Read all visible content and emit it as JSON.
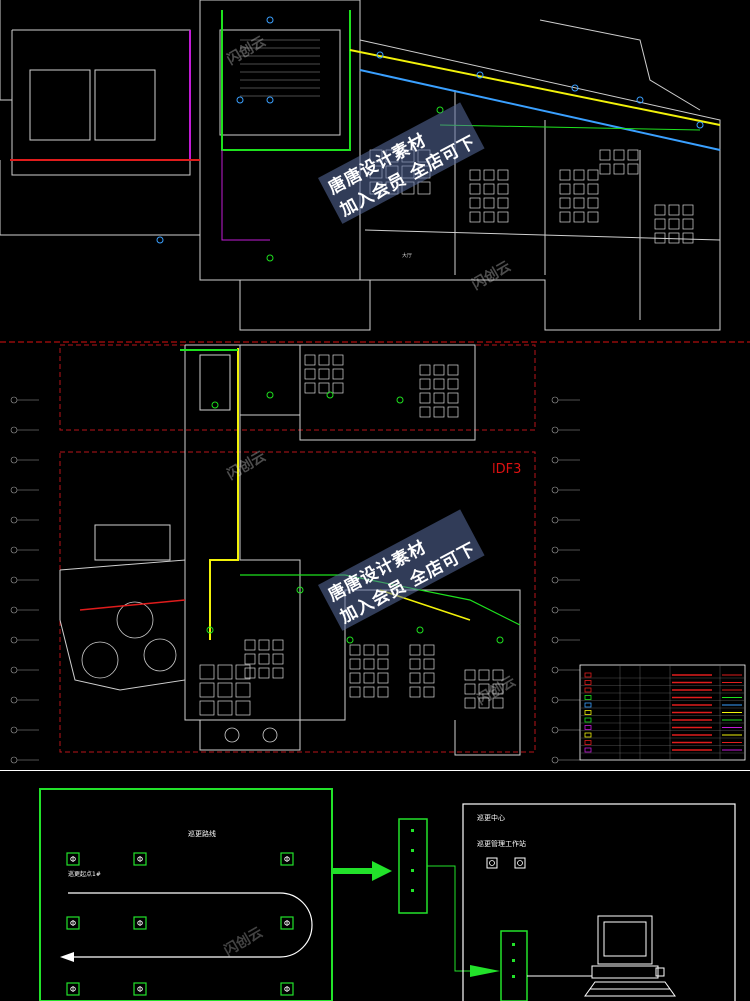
{
  "plan": {
    "floor_label": "lDF3",
    "watermark_line1": "唐唐设计素材",
    "watermark_line2": "加入会员 全店可下",
    "ghost_watermark": "闪创云",
    "room_label_lounge": "大厅"
  },
  "diagram": {
    "route_label": "巡更路线",
    "start_label": "巡更起点1#",
    "center_title": "巡更中心",
    "station_label": "巡更管理工作站",
    "node_glyph": "Φ",
    "ghost_watermark": "闪创云",
    "colors": {
      "frame": "#22e22a",
      "arrow": "#22e22a",
      "path": "#ffffff"
    }
  }
}
